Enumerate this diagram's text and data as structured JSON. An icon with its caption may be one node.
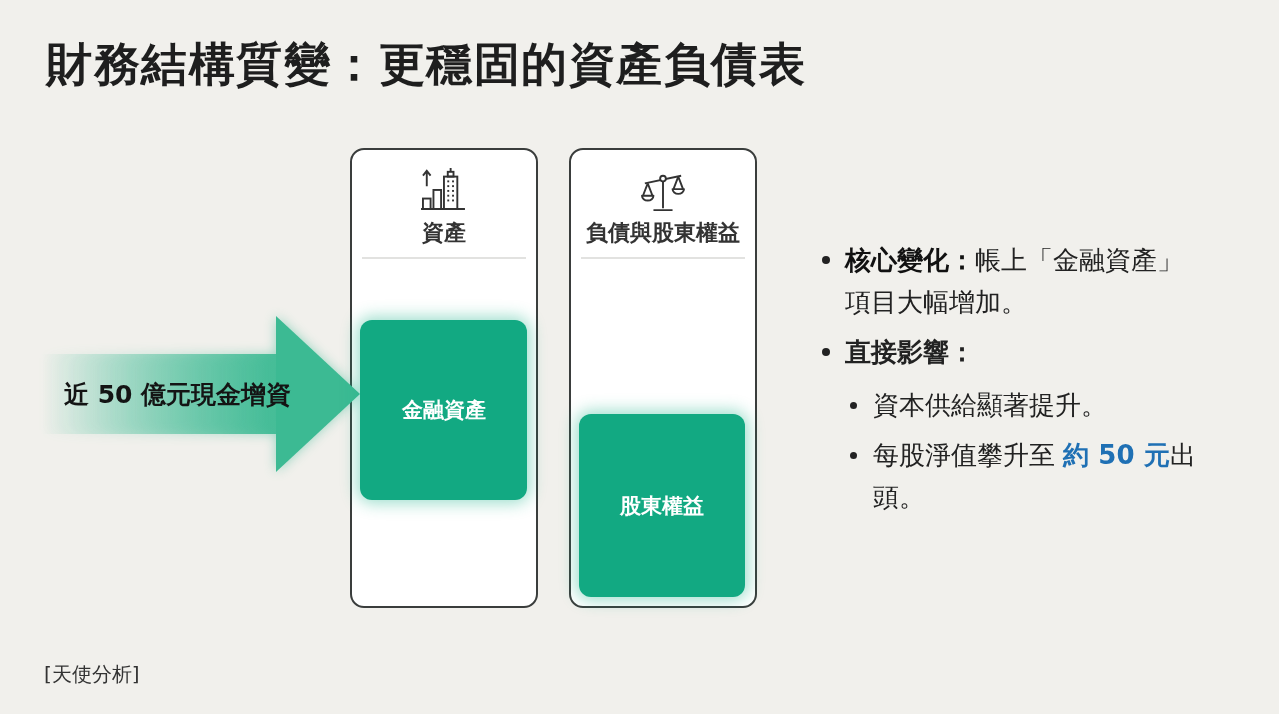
{
  "diagram": {
    "title": "財務結構質變：更穩固的資產負債表",
    "nodes": [
      {
        "text": [
          "資產"
        ]
      },
      {
        "text": [
          "金融資產"
        ],
        "in": 0
      },
      {
        "text": [
          "負債與股東權益"
        ]
      },
      {
        "text": [
          "股東權益"
        ],
        "in": 2
      }
    ],
    "edges": [
      {
        "from": null,
        "to": 1,
        "arrow": "to",
        "label": "近 50 億元現金增資",
        "style": "thick"
      }
    ],
    "labels": [
      "**核心變化：**帳上「金融資產」項目大幅增加。",
      "直接影響：",
      "資本供給顯著提升。",
      "每股淨值攀升至 **約 50 元**出頭。",
      "[天使分析]"
    ]
  }
}
